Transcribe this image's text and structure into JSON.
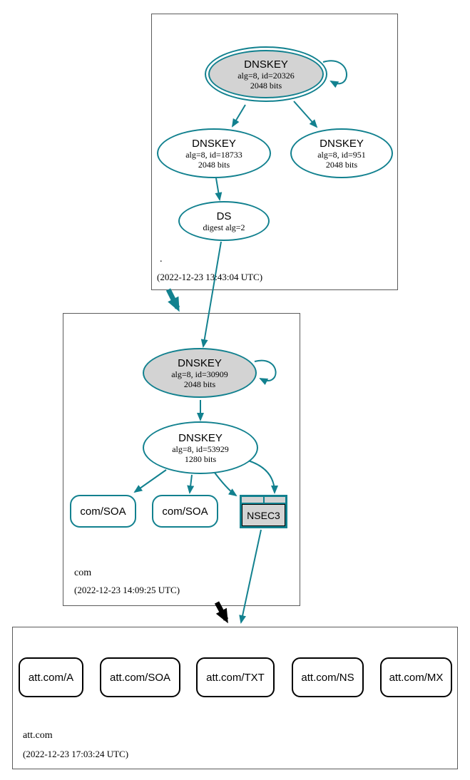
{
  "colors": {
    "edge_teal": "#12818f",
    "node_fill_gray": "#d3d3d3",
    "edge_black": "#000000",
    "zone_border_gray": "#5b5b5b"
  },
  "zones": {
    "root": {
      "label": ".",
      "timestamp": "(2022-12-23 13:43:04 UTC)",
      "nodes": {
        "ksk": {
          "title": "DNSKEY",
          "detail1": "alg=8, id=20326",
          "detail2": "2048 bits"
        },
        "zsk_left": {
          "title": "DNSKEY",
          "detail1": "alg=8, id=18733",
          "detail2": "2048 bits"
        },
        "zsk_right": {
          "title": "DNSKEY",
          "detail1": "alg=8, id=951",
          "detail2": "2048 bits"
        },
        "ds": {
          "title": "DS",
          "detail1": "digest alg=2"
        }
      }
    },
    "com": {
      "label": "com",
      "timestamp": "(2022-12-23 14:09:25 UTC)",
      "nodes": {
        "ksk": {
          "title": "DNSKEY",
          "detail1": "alg=8, id=30909",
          "detail2": "2048 bits"
        },
        "zsk": {
          "title": "DNSKEY",
          "detail1": "alg=8, id=53929",
          "detail2": "1280 bits"
        },
        "soa_left": {
          "label": "com/SOA"
        },
        "soa_right": {
          "label": "com/SOA"
        },
        "nsec3": {
          "label": "NSEC3"
        }
      }
    },
    "att_com": {
      "label": "att.com",
      "timestamp": "(2022-12-23 17:03:24 UTC)",
      "rrsets": [
        {
          "label": "att.com/A"
        },
        {
          "label": "att.com/SOA"
        },
        {
          "label": "att.com/TXT"
        },
        {
          "label": "att.com/NS"
        },
        {
          "label": "att.com/MX"
        }
      ]
    }
  }
}
